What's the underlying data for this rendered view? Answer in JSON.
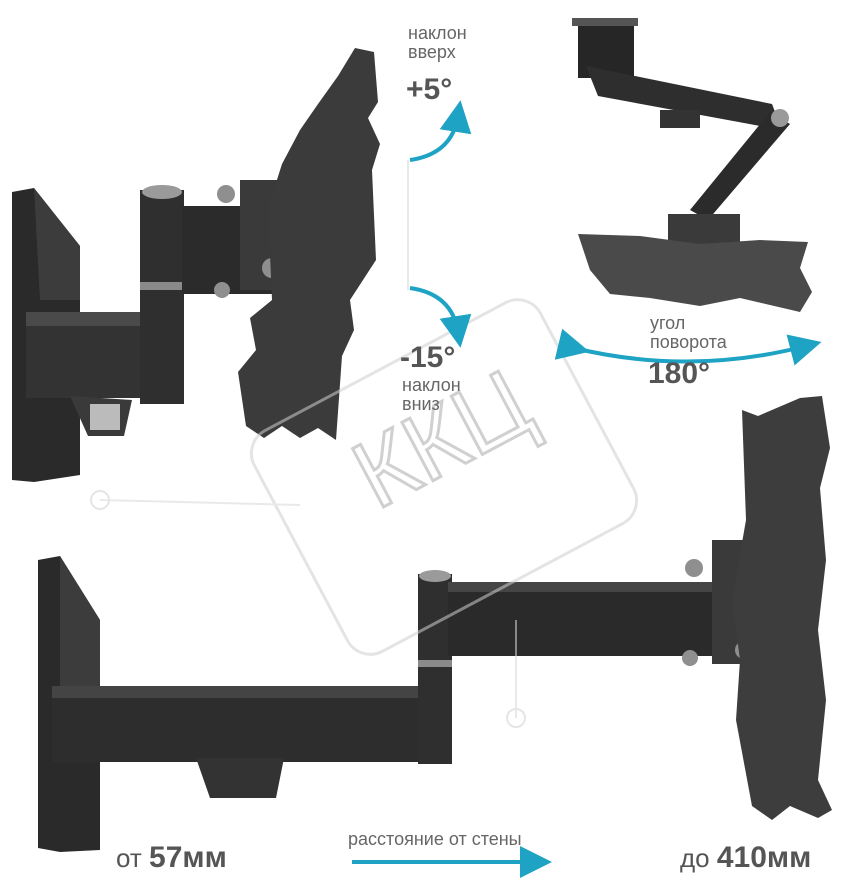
{
  "tilt_up": {
    "word1": "наклон",
    "word2": "вверх",
    "value": "+5°"
  },
  "tilt_down": {
    "value": "-15°",
    "word1": "наклон",
    "word2": "вниз"
  },
  "rotation": {
    "word1": "угол",
    "word2": "поворота",
    "value": "180°"
  },
  "distance": {
    "caption": "расстояние от стены",
    "min_prefix": "от",
    "min_value": "57мм",
    "max_prefix": "до",
    "max_value": "410мм"
  },
  "watermark": "ККЦ",
  "colors": {
    "accent": "#1ea3c4",
    "metal": "#2e2e2e",
    "steel": "#4b4b4b",
    "text": "#555555"
  }
}
